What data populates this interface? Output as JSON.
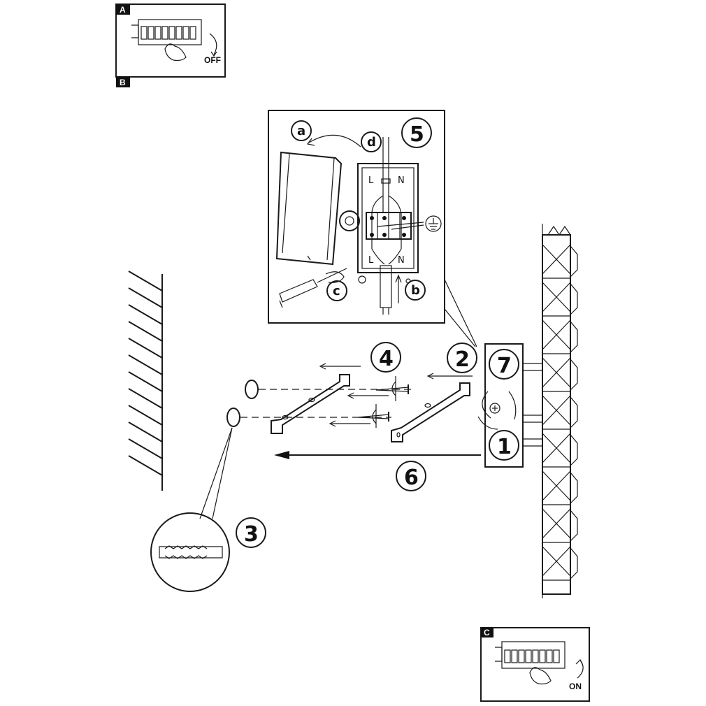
{
  "panels": {
    "top_left": {
      "corner_letter": "A",
      "bottom_letter": "B",
      "state": "OFF"
    },
    "bottom_right": {
      "corner_letter": "C",
      "state": "ON"
    }
  },
  "callouts": {
    "step1": "1",
    "step2": "2",
    "step3": "3",
    "step4": "4",
    "step5": "5",
    "step6": "6",
    "step7": "7"
  },
  "detail": {
    "label_a": "a",
    "label_b": "b",
    "label_c": "c",
    "label_d": "d",
    "terminal_L_top": "L",
    "terminal_N_top": "N",
    "terminal_L_bottom": "L",
    "terminal_N_bottom": "N"
  }
}
